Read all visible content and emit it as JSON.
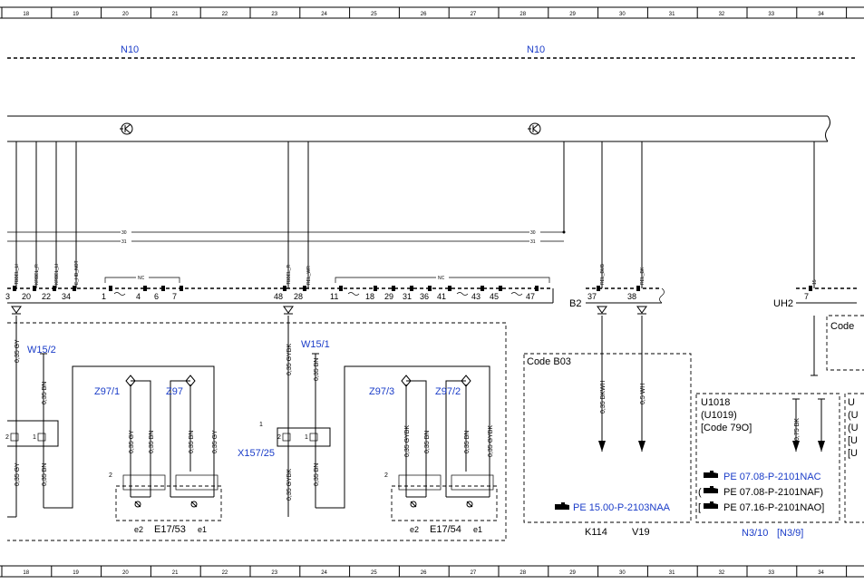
{
  "ruler": [
    "18",
    "19",
    "20",
    "21",
    "22",
    "23",
    "24",
    "25",
    "26",
    "27",
    "28",
    "29",
    "30",
    "31",
    "32",
    "33",
    "34"
  ],
  "components": {
    "n10_left": "N10",
    "n10_right": "N10",
    "w15_2": "W15/2",
    "w15_1": "W15/1",
    "z97_1": "Z97/1",
    "z97_a": "Z97",
    "z97_3": "Z97/3",
    "z97_2": "Z97/2",
    "x157_25": "X157/25",
    "e17_53": "E17/53",
    "e17_54": "E17/54",
    "k114": "K114",
    "v19": "V19",
    "n3_10": "N3/10",
    "n3_9": "[N3/9]",
    "b2": "B2",
    "uh2": "UH2"
  },
  "pin_labels": {
    "p3": "3",
    "p20": "20",
    "p22": "22",
    "p34": "34",
    "p1": "1",
    "p4": "4",
    "p6": "6",
    "p7": "7",
    "p48": "48",
    "p28": "28",
    "p11": "11",
    "p18": "18",
    "p29": "29",
    "p31": "31",
    "p36": "36",
    "p41": "41",
    "p43": "43",
    "p45": "45",
    "p47": "47",
    "p37": "37",
    "p38": "38",
    "p7b": "7",
    "bus30a": "30",
    "bus31a": "31",
    "bus30b": "30",
    "bus31b": "31",
    "nc1": "NC",
    "nc2": "NC",
    "n2a": "2",
    "n2b": "2",
    "n1a": "1",
    "n1b": "1",
    "e2a": "e2",
    "e1a": "e1",
    "e2b": "e2",
    "e1b": "e1",
    "c2a": "2",
    "c2b": "2",
    "c1": "1"
  },
  "signals": {
    "s1": "TBBEL_LI",
    "s2": "KRBEL_R",
    "s3": "KRBEL_LI",
    "s4": "E_HD_NOT",
    "s5": "TBBEL_R",
    "s6": "REL_WR",
    "s7": "REL_BUB",
    "s8": "REL_BK",
    "s9": "15"
  },
  "wires": {
    "w1": "0,35 GY",
    "w2": "0,35 BN",
    "w3": "0,35 GY",
    "w4": "0,35 BN",
    "w5": "0,35 GYBK",
    "w6": "0,35 BN",
    "w7": "0,35 GYBK",
    "w8": "0,35 BN",
    "w9": "0,35 GY",
    "w10": "0,35 BN",
    "w11": "0,35 BN",
    "w12": "0,35 GY",
    "w13": "0,35 GYBK",
    "w14": "0,35 BN",
    "w15": "0,35 BN",
    "w16": "0,35 GYBK",
    "w17": "0,35 BKWH",
    "w18": "0,5 WH",
    "w19": "0,75 BK"
  },
  "codes": {
    "b03": "Code B03",
    "code_right": "Code",
    "u1018": "U1018",
    "u1019": "(U1019)",
    "code790": "[Code 79O]"
  },
  "refs": {
    "ref1": "PE 15.00-P-2103NAA",
    "ref2": "PE 07.08-P-2101NAC",
    "ref3": "PE 07.08-P-2101NAF)",
    "ref4": "PE 07.16-P-2101NAO]",
    "ref3_open": "(",
    "ref4_open": "["
  },
  "colors": {
    "blue": "#1a3cc8",
    "black": "#000000"
  }
}
